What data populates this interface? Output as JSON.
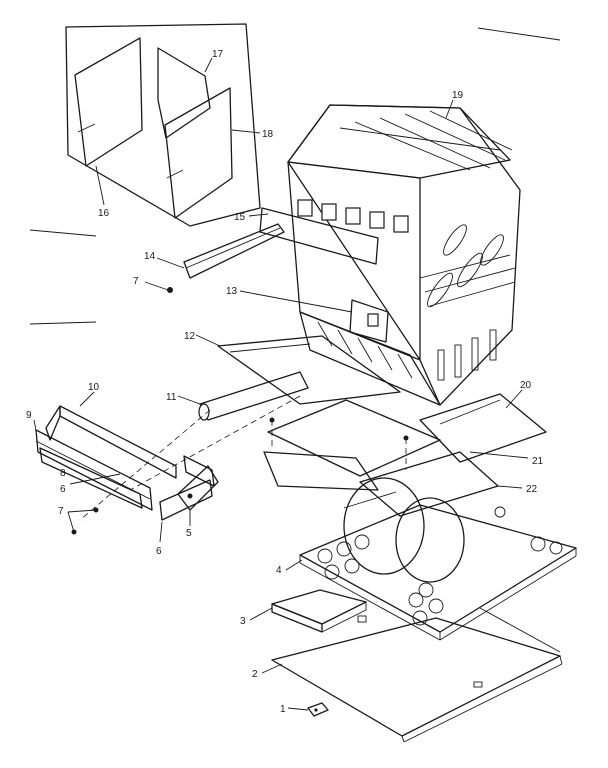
{
  "diagram": {
    "callouts": [
      "1",
      "2",
      "3",
      "4",
      "5",
      "6",
      "6",
      "7",
      "7",
      "8",
      "9",
      "10",
      "11",
      "12",
      "13",
      "14",
      "15",
      "16",
      "17",
      "18",
      "19",
      "20",
      "21",
      "22"
    ]
  }
}
